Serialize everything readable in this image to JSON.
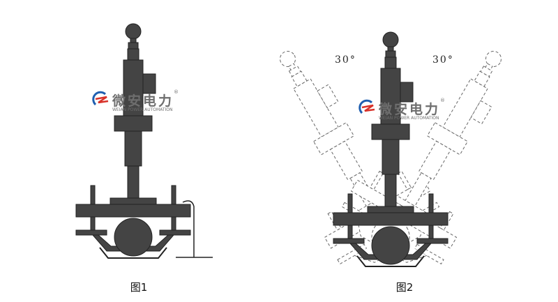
{
  "figures": [
    {
      "caption": "图1"
    },
    {
      "caption": "图2",
      "angle_left": "30°",
      "angle_right": "30°"
    }
  ],
  "logo": {
    "name_cn": "微安电力",
    "name_en": "WEIAN POWER AUTOMATION",
    "mark": "®",
    "colors": {
      "mark_blue": "#1f5fb0",
      "mark_red": "#d8322a",
      "text": "#6e6e6e"
    }
  },
  "colors": {
    "equipment": "#444444",
    "outline": "#222222",
    "dashed": "#666666"
  },
  "icons": [
    "weian-logo-icon"
  ]
}
